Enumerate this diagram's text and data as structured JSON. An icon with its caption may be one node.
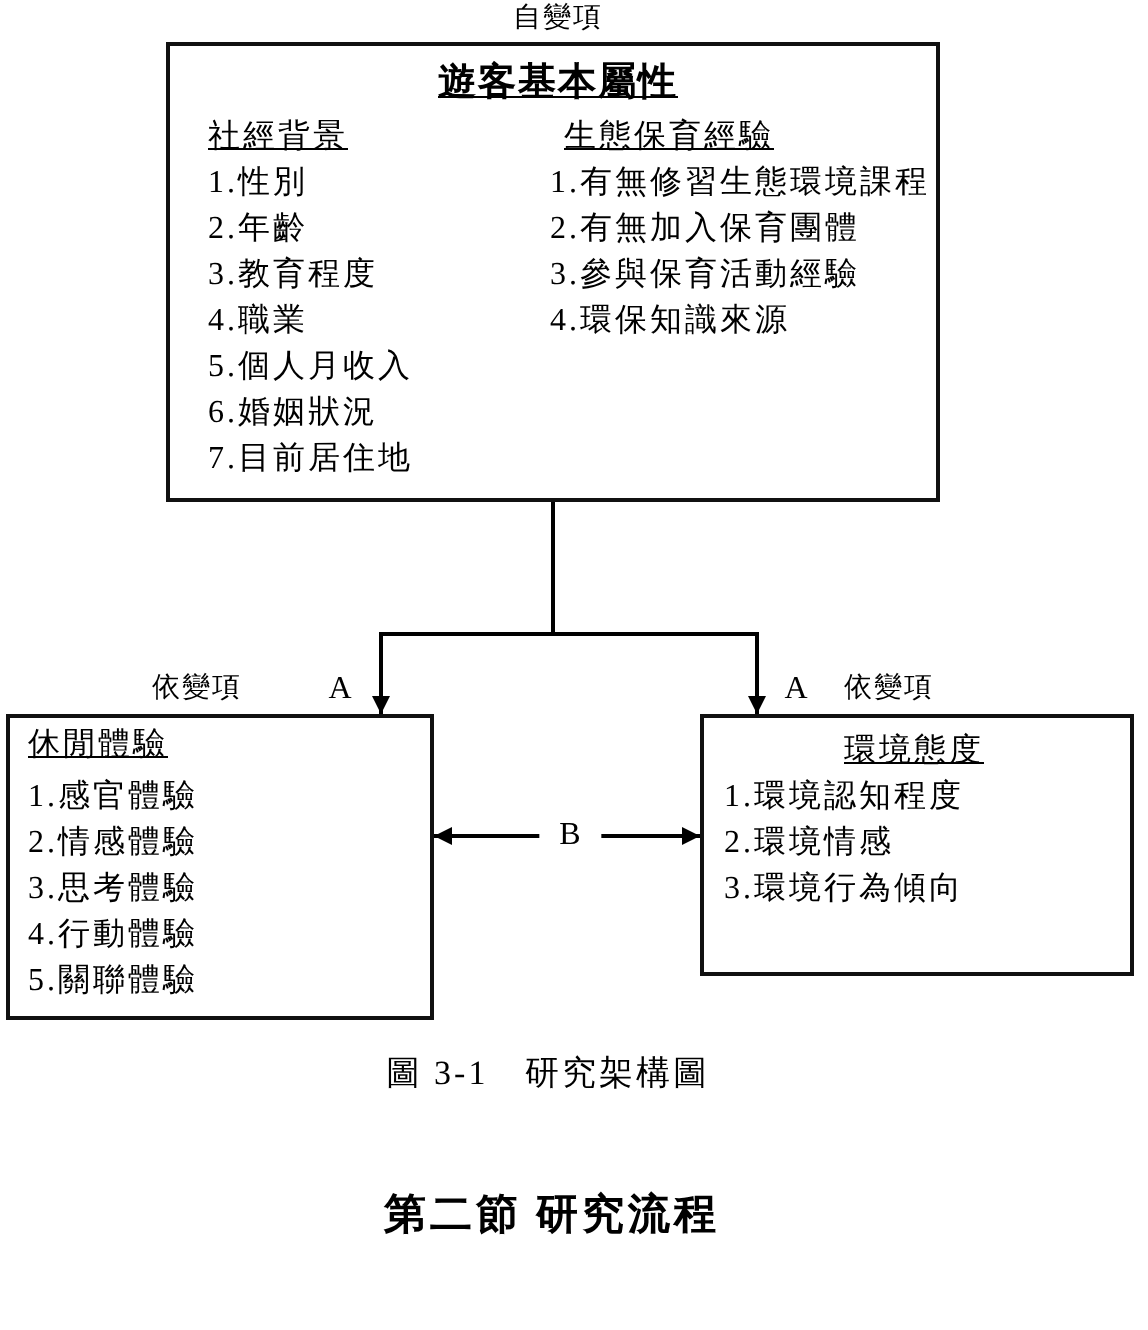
{
  "diagram": {
    "caption": "圖 3-1　研究架構圖",
    "nodes": [
      {
        "text": [
          "自變項",
          "遊客基本屬性",
          "社經背景",
          "1.性別",
          "2.年齡",
          "3.教育程度",
          "4.職業",
          "5.個人月收入",
          "6.婚姻狀況",
          "7.目前居住地",
          "生態保育經驗",
          "1.有無修習生態環境課程",
          "2.有無加入保育團體",
          "3.參與保育活動經驗",
          "4.環保知識來源"
        ]
      },
      {
        "text": [
          "依變項",
          "休閒體驗",
          "1.感官體驗",
          "2.情感體驗",
          "3.思考體驗",
          "4.行動體驗",
          "5.關聯體驗"
        ]
      },
      {
        "text": [
          "依變項",
          "環境態度",
          "1.環境認知程度",
          "2.環境情感",
          "3.環境行為傾向"
        ]
      }
    ],
    "edges": [
      {
        "from": 0,
        "to": 1,
        "arrow": "to",
        "label": "A"
      },
      {
        "from": 0,
        "to": 2,
        "arrow": "to",
        "label": "A"
      },
      {
        "from": 1,
        "to": 2,
        "arrow": "both",
        "label": "B"
      }
    ],
    "labels": [
      "第二節 研究流程"
    ]
  }
}
